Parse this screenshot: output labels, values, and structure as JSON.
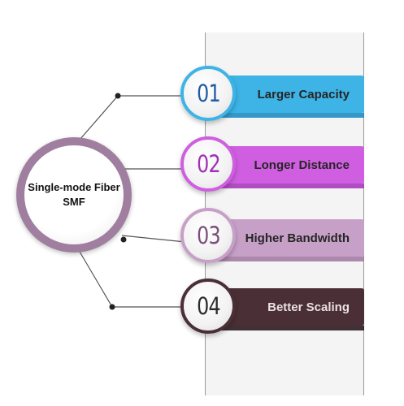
{
  "hub": {
    "line1": "Single-mode Fiber",
    "line2": "SMF",
    "ring_color": "#a07ea0"
  },
  "items": [
    {
      "number": "01",
      "label": "Larger Capacity",
      "bar_color": "#3db3e6",
      "shadow_color": "#1f8ec4",
      "accent_color": "#1f5aa6"
    },
    {
      "number": "02",
      "label": "Longer Distance",
      "bar_color": "#d05ee0",
      "shadow_color": "#a93bbd",
      "accent_color": "#a12fb8"
    },
    {
      "number": "03",
      "label": "Higher Bandwidth",
      "bar_color": "#c7a0c7",
      "shadow_color": "#a57ca5",
      "accent_color": "#7a4f7a"
    },
    {
      "number": "04",
      "label": "Better Scaling",
      "bar_color": "#4a2f36",
      "shadow_color": "#2d1b20",
      "accent_color": "#2b2b2b"
    }
  ]
}
